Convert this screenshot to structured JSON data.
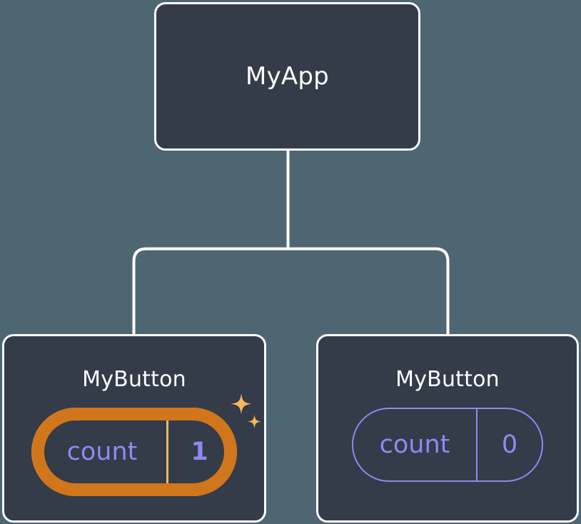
{
  "diagram": {
    "type": "react-component-tree",
    "background_color": "#4d6672",
    "node_fill_color": "#343b49",
    "node_border_color": "#ffffff",
    "connector_color": "#ffffff",
    "state_text_color": "#8b8bf2",
    "highlight_inner_color": "#f6b968",
    "highlight_outer_color": "#d1761a",
    "sparkle_color": "#f8b75e"
  },
  "root": {
    "title": "MyApp"
  },
  "children": [
    {
      "title": "MyButton",
      "state": {
        "label": "count",
        "value": "1"
      },
      "highlighted": true,
      "sparkle_icons": [
        "sparkle-large-icon",
        "sparkle-small-icon"
      ]
    },
    {
      "title": "MyButton",
      "state": {
        "label": "count",
        "value": "0"
      },
      "highlighted": false
    }
  ]
}
